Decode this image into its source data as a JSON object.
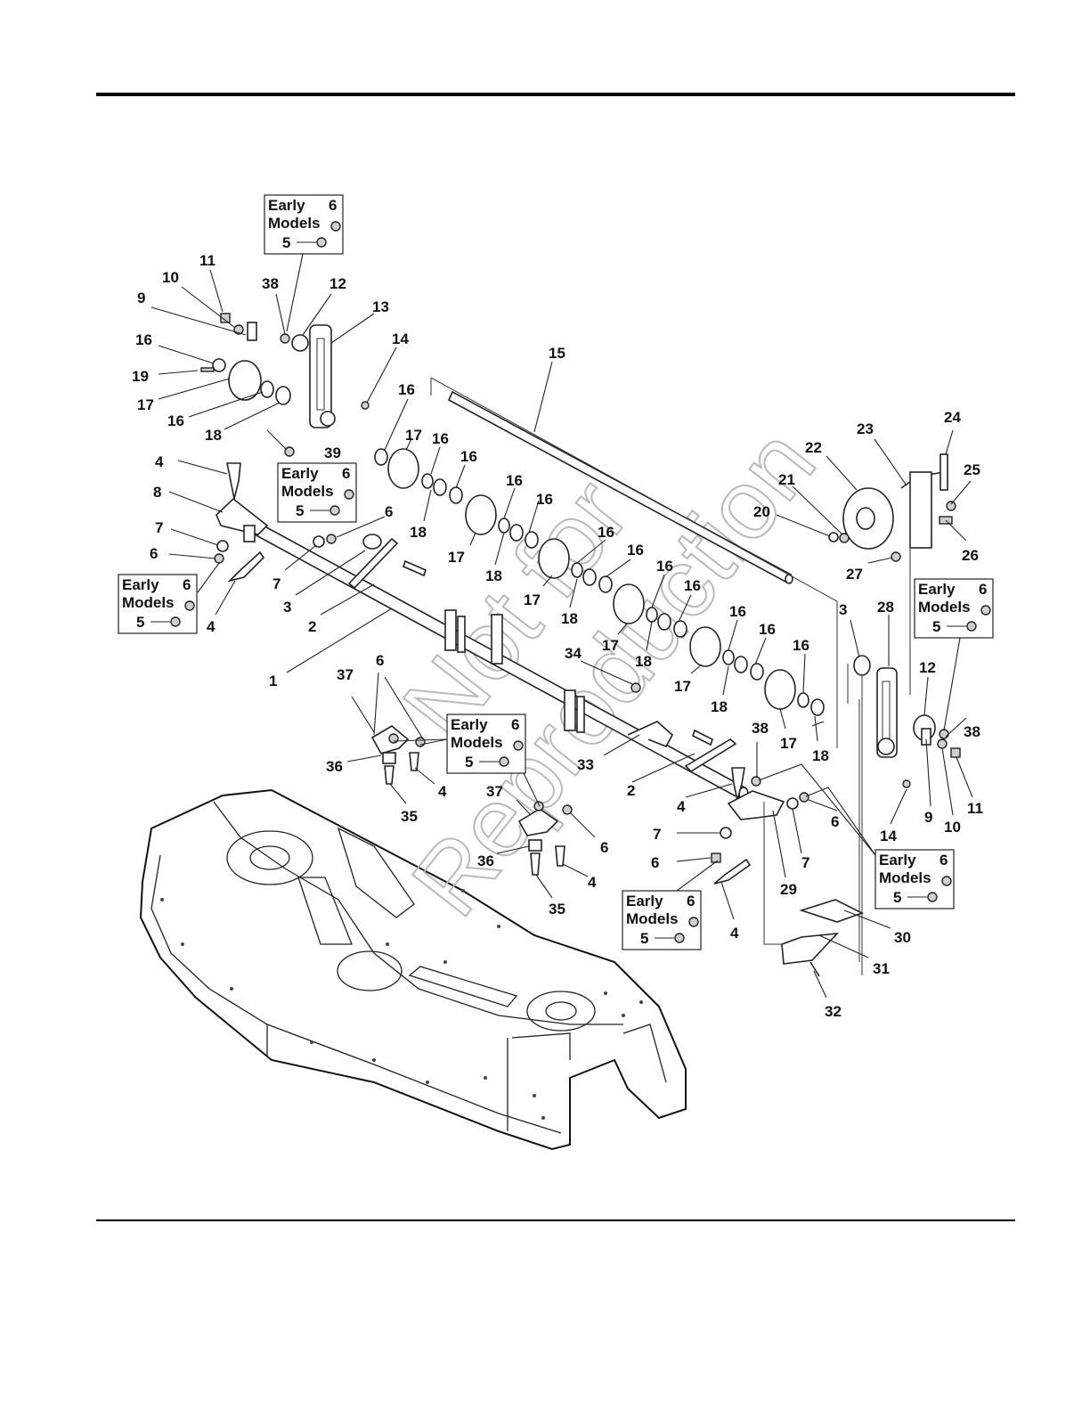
{
  "watermark": {
    "line1": "Not for",
    "line2": "Reproduction"
  },
  "callouts": [
    {
      "id": "c11a",
      "text": "11"
    },
    {
      "id": "c10a",
      "text": "10"
    },
    {
      "id": "c9a",
      "text": "9"
    },
    {
      "id": "c16a",
      "text": "16"
    },
    {
      "id": "c19",
      "text": "19"
    },
    {
      "id": "c17a",
      "text": "17"
    },
    {
      "id": "c16b",
      "text": "16"
    },
    {
      "id": "c18a",
      "text": "18"
    },
    {
      "id": "c38a",
      "text": "38"
    },
    {
      "id": "c12a",
      "text": "12"
    },
    {
      "id": "c13",
      "text": "13"
    },
    {
      "id": "c14a",
      "text": "14"
    },
    {
      "id": "c15",
      "text": "15"
    },
    {
      "id": "c16c",
      "text": "16"
    },
    {
      "id": "c17b",
      "text": "17"
    },
    {
      "id": "c16d",
      "text": "16"
    },
    {
      "id": "c16e",
      "text": "16"
    },
    {
      "id": "c39",
      "text": "39"
    },
    {
      "id": "c4a",
      "text": "4"
    },
    {
      "id": "c8",
      "text": "8"
    },
    {
      "id": "c6a",
      "text": "6"
    },
    {
      "id": "c7a",
      "text": "7"
    },
    {
      "id": "c6b",
      "text": "6"
    },
    {
      "id": "c4b",
      "text": "4"
    },
    {
      "id": "c7b",
      "text": "7"
    },
    {
      "id": "c3a",
      "text": "3"
    },
    {
      "id": "c2a",
      "text": "2"
    },
    {
      "id": "c1",
      "text": "1"
    },
    {
      "id": "c18b",
      "text": "18"
    },
    {
      "id": "c17c",
      "text": "17"
    },
    {
      "id": "c16f",
      "text": "16"
    },
    {
      "id": "c16g",
      "text": "16"
    },
    {
      "id": "c18c",
      "text": "18"
    },
    {
      "id": "c17d",
      "text": "17"
    },
    {
      "id": "c16h",
      "text": "16"
    },
    {
      "id": "c16i",
      "text": "16"
    },
    {
      "id": "c18d",
      "text": "18"
    },
    {
      "id": "c17e",
      "text": "17"
    },
    {
      "id": "c16j",
      "text": "16"
    },
    {
      "id": "c16k",
      "text": "16"
    },
    {
      "id": "c18e",
      "text": "18"
    },
    {
      "id": "c17f",
      "text": "17"
    },
    {
      "id": "c16l",
      "text": "16"
    },
    {
      "id": "c16m",
      "text": "16"
    },
    {
      "id": "c16n",
      "text": "16"
    },
    {
      "id": "c18f",
      "text": "18"
    },
    {
      "id": "c17g",
      "text": "17"
    },
    {
      "id": "c18g",
      "text": "18"
    },
    {
      "id": "c34",
      "text": "34"
    },
    {
      "id": "c38b",
      "text": "38"
    },
    {
      "id": "c24",
      "text": "24"
    },
    {
      "id": "c23",
      "text": "23"
    },
    {
      "id": "c22",
      "text": "22"
    },
    {
      "id": "c25",
      "text": "25"
    },
    {
      "id": "c21",
      "text": "21"
    },
    {
      "id": "c20",
      "text": "20"
    },
    {
      "id": "c26",
      "text": "26"
    },
    {
      "id": "c27",
      "text": "27"
    },
    {
      "id": "c3b",
      "text": "3"
    },
    {
      "id": "c28",
      "text": "28"
    },
    {
      "id": "c12b",
      "text": "12"
    },
    {
      "id": "c38c",
      "text": "38"
    },
    {
      "id": "c6c",
      "text": "6"
    },
    {
      "id": "c37a",
      "text": "37"
    },
    {
      "id": "c36a",
      "text": "36"
    },
    {
      "id": "c4c",
      "text": "4"
    },
    {
      "id": "c35a",
      "text": "35"
    },
    {
      "id": "c33",
      "text": "33"
    },
    {
      "id": "c2b",
      "text": "2"
    },
    {
      "id": "c37b",
      "text": "37"
    },
    {
      "id": "c6d",
      "text": "6"
    },
    {
      "id": "c36b",
      "text": "36"
    },
    {
      "id": "c4d",
      "text": "4"
    },
    {
      "id": "c35b",
      "text": "35"
    },
    {
      "id": "c4e",
      "text": "4"
    },
    {
      "id": "c7c",
      "text": "7"
    },
    {
      "id": "c6e",
      "text": "6"
    },
    {
      "id": "c29",
      "text": "29"
    },
    {
      "id": "c7d",
      "text": "7"
    },
    {
      "id": "c6f",
      "text": "6"
    },
    {
      "id": "c14b",
      "text": "14"
    },
    {
      "id": "c9b",
      "text": "9"
    },
    {
      "id": "c10b",
      "text": "10"
    },
    {
      "id": "c11b",
      "text": "11"
    },
    {
      "id": "c4f",
      "text": "4"
    },
    {
      "id": "c30",
      "text": "30"
    },
    {
      "id": "c31",
      "text": "31"
    },
    {
      "id": "c32",
      "text": "32"
    }
  ],
  "early_models_boxes": [
    {
      "line1": "Early",
      "line2": "Models",
      "top_num": "6",
      "bottom_num": "5"
    },
    {
      "line1": "Early",
      "line2": "Models",
      "top_num": "6",
      "bottom_num": "5"
    },
    {
      "line1": "Early",
      "line2": "Models",
      "top_num": "6",
      "bottom_num": "5"
    },
    {
      "line1": "Early",
      "line2": "Models",
      "top_num": "6",
      "bottom_num": "5"
    },
    {
      "line1": "Early",
      "line2": "Models",
      "top_num": "6",
      "bottom_num": "5"
    },
    {
      "line1": "Early",
      "line2": "Models",
      "top_num": "6",
      "bottom_num": "5"
    },
    {
      "line1": "Early",
      "line2": "Models",
      "top_num": "6",
      "bottom_num": "5"
    }
  ]
}
